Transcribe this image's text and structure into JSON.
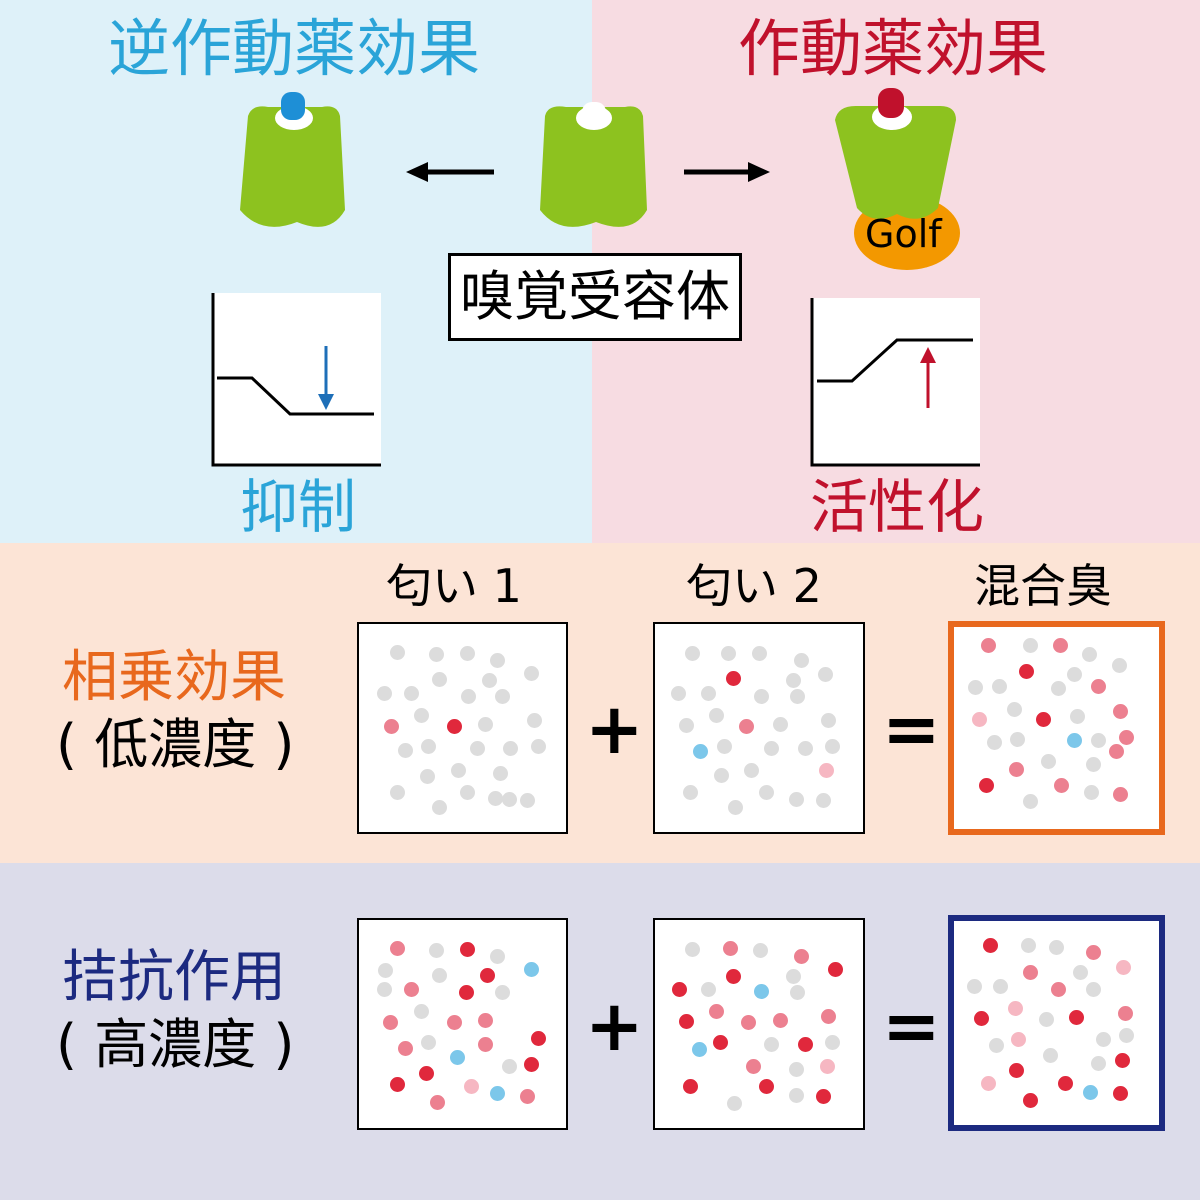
{
  "top": {
    "inverse_agonist_title": "逆作動薬効果",
    "agonist_title": "作動薬効果",
    "receptor_label": "嗅覚受容体",
    "golf_label": "Golf",
    "inhibition_label": "抑制",
    "activation_label": "活性化"
  },
  "rows": [
    {
      "id": "synergy",
      "title": "相乗効果",
      "subtitle": "( 低濃度 )",
      "title_color": "#e8681d",
      "result_border_color": "#e8681d",
      "boxes": [
        {
          "dots": [
            [
              40,
              30,
              "g"
            ],
            [
              79,
              32,
              "g"
            ],
            [
              110,
              31,
              "g"
            ],
            [
              140,
              38,
              "g"
            ],
            [
              174,
              51,
              "g"
            ],
            [
              82,
              57,
              "g"
            ],
            [
              132,
              58,
              "g"
            ],
            [
              27,
              71,
              "g"
            ],
            [
              54,
              71,
              "g"
            ],
            [
              111,
              74,
              "g"
            ],
            [
              145,
              74,
              "g"
            ],
            [
              64,
              93,
              "g"
            ],
            [
              34,
              104,
              "r2"
            ],
            [
              97,
              104,
              "r1"
            ],
            [
              128,
              102,
              "g"
            ],
            [
              177,
              98,
              "g"
            ],
            [
              48,
              128,
              "g"
            ],
            [
              71,
              124,
              "g"
            ],
            [
              120,
              126,
              "g"
            ],
            [
              153,
              126,
              "g"
            ],
            [
              181,
              124,
              "g"
            ],
            [
              101,
              148,
              "g"
            ],
            [
              70,
              154,
              "g"
            ],
            [
              143,
              151,
              "g"
            ],
            [
              40,
              170,
              "g"
            ],
            [
              110,
              170,
              "g"
            ],
            [
              152,
              177,
              "g"
            ],
            [
              82,
              185,
              "g"
            ],
            [
              138,
              176,
              "g"
            ],
            [
              170,
              178,
              "g"
            ]
          ]
        },
        {
          "dots": [
            [
              39,
              31,
              "g"
            ],
            [
              75,
              31,
              "g"
            ],
            [
              106,
              31,
              "g"
            ],
            [
              148,
              38,
              "g"
            ],
            [
              172,
              52,
              "g"
            ],
            [
              80,
              56,
              "r1"
            ],
            [
              140,
              58,
              "g"
            ],
            [
              25,
              71,
              "g"
            ],
            [
              55,
              71,
              "g"
            ],
            [
              108,
              74,
              "g"
            ],
            [
              144,
              74,
              "g"
            ],
            [
              63,
              93,
              "g"
            ],
            [
              33,
              103,
              "g"
            ],
            [
              93,
              104,
              "r2"
            ],
            [
              127,
              102,
              "g"
            ],
            [
              175,
              98,
              "g"
            ],
            [
              47,
              129,
              "b"
            ],
            [
              71,
              124,
              "g"
            ],
            [
              118,
              126,
              "g"
            ],
            [
              152,
              126,
              "g"
            ],
            [
              179,
              124,
              "g"
            ],
            [
              98,
              148,
              "g"
            ],
            [
              68,
              153,
              "g"
            ],
            [
              173,
              148,
              "r3"
            ],
            [
              37,
              170,
              "g"
            ],
            [
              113,
              170,
              "g"
            ],
            [
              143,
              177,
              "g"
            ],
            [
              82,
              185,
              "g"
            ],
            [
              170,
              178,
              "g"
            ]
          ]
        },
        {
          "dots": [
            [
              40,
              24,
              "r2"
            ],
            [
              82,
              24,
              "g"
            ],
            [
              112,
              24,
              "r2"
            ],
            [
              141,
              33,
              "g"
            ],
            [
              171,
              44,
              "g"
            ],
            [
              78,
              50,
              "r1"
            ],
            [
              126,
              53,
              "g"
            ],
            [
              27,
              66,
              "g"
            ],
            [
              51,
              65,
              "g"
            ],
            [
              110,
              67,
              "g"
            ],
            [
              150,
              65,
              "r2"
            ],
            [
              66,
              88,
              "g"
            ],
            [
              31,
              98,
              "r3"
            ],
            [
              95,
              98,
              "r1"
            ],
            [
              129,
              95,
              "g"
            ],
            [
              172,
              90,
              "r2"
            ],
            [
              46,
              121,
              "g"
            ],
            [
              69,
              118,
              "g"
            ],
            [
              126,
              119,
              "b"
            ],
            [
              150,
              119,
              "g"
            ],
            [
              178,
              116,
              "r2"
            ],
            [
              100,
              140,
              "g"
            ],
            [
              68,
              148,
              "r2"
            ],
            [
              145,
              143,
              "g"
            ],
            [
              38,
              164,
              "r1"
            ],
            [
              113,
              164,
              "r2"
            ],
            [
              143,
              171,
              "g"
            ],
            [
              82,
              180,
              "g"
            ],
            [
              172,
              173,
              "r2"
            ],
            [
              168,
              130,
              "r2"
            ]
          ]
        }
      ]
    },
    {
      "id": "antagonism",
      "title": "拮抗作用",
      "subtitle": "( 高濃度 )",
      "title_color": "#1c2a80",
      "result_border_color": "#1c2a80",
      "boxes": [
        {
          "dots": [
            [
              40,
              30,
              "r2"
            ],
            [
              79,
              32,
              "g"
            ],
            [
              110,
              31,
              "r1"
            ],
            [
              140,
              38,
              "g"
            ],
            [
              174,
              51,
              "b"
            ],
            [
              82,
              57,
              "g"
            ],
            [
              130,
              57,
              "r1"
            ],
            [
              27,
              71,
              "g"
            ],
            [
              54,
              71,
              "r2"
            ],
            [
              109,
              74,
              "r1"
            ],
            [
              145,
              74,
              "g"
            ],
            [
              64,
              93,
              "g"
            ],
            [
              33,
              104,
              "r2"
            ],
            [
              97,
              104,
              "r2"
            ],
            [
              128,
              102,
              "r2"
            ],
            [
              181,
              120,
              "r1"
            ],
            [
              48,
              130,
              "r2"
            ],
            [
              71,
              124,
              "g"
            ],
            [
              100,
              139,
              "b"
            ],
            [
              128,
              126,
              "r2"
            ],
            [
              174,
              146,
              "r1"
            ],
            [
              40,
              166,
              "r1"
            ],
            [
              69,
              155,
              "r1"
            ],
            [
              114,
              168,
              "r3"
            ],
            [
              80,
              184,
              "r2"
            ],
            [
              140,
              175,
              "b"
            ],
            [
              170,
              178,
              "r2"
            ],
            [
              28,
              52,
              "g"
            ],
            [
              152,
              148,
              "g"
            ]
          ]
        },
        {
          "dots": [
            [
              39,
              31,
              "g"
            ],
            [
              77,
              30,
              "r2"
            ],
            [
              107,
              32,
              "g"
            ],
            [
              148,
              38,
              "r2"
            ],
            [
              182,
              51,
              "r1"
            ],
            [
              80,
              58,
              "r1"
            ],
            [
              108,
              73,
              "b"
            ],
            [
              140,
              58,
              "g"
            ],
            [
              26,
              71,
              "r1"
            ],
            [
              55,
              71,
              "g"
            ],
            [
              144,
              74,
              "g"
            ],
            [
              63,
              93,
              "r2"
            ],
            [
              33,
              103,
              "r1"
            ],
            [
              95,
              104,
              "r2"
            ],
            [
              127,
              102,
              "r2"
            ],
            [
              175,
              98,
              "r2"
            ],
            [
              46,
              131,
              "b"
            ],
            [
              67,
              124,
              "r1"
            ],
            [
              118,
              126,
              "g"
            ],
            [
              152,
              126,
              "r1"
            ],
            [
              179,
              124,
              "g"
            ],
            [
              100,
              148,
              "r2"
            ],
            [
              143,
              151,
              "g"
            ],
            [
              174,
              148,
              "r3"
            ],
            [
              37,
              168,
              "r1"
            ],
            [
              113,
              168,
              "r1"
            ],
            [
              143,
              177,
              "g"
            ],
            [
              81,
              185,
              "g"
            ],
            [
              170,
              178,
              "r1"
            ]
          ]
        },
        {
          "dots": [
            [
              42,
              30,
              "r1"
            ],
            [
              80,
              30,
              "g"
            ],
            [
              108,
              32,
              "g"
            ],
            [
              145,
              37,
              "r2"
            ],
            [
              175,
              52,
              "r3"
            ],
            [
              82,
              57,
              "r2"
            ],
            [
              132,
              57,
              "g"
            ],
            [
              26,
              71,
              "g"
            ],
            [
              52,
              71,
              "g"
            ],
            [
              110,
              74,
              "r2"
            ],
            [
              145,
              74,
              "g"
            ],
            [
              67,
              93,
              "r3"
            ],
            [
              33,
              103,
              "r1"
            ],
            [
              98,
              104,
              "g"
            ],
            [
              128,
              102,
              "r1"
            ],
            [
              177,
              98,
              "r2"
            ],
            [
              48,
              130,
              "g"
            ],
            [
              70,
              124,
              "r3"
            ],
            [
              102,
              140,
              "g"
            ],
            [
              155,
              124,
              "g"
            ],
            [
              178,
              120,
              "g"
            ],
            [
              68,
              155,
              "r1"
            ],
            [
              117,
              168,
              "r1"
            ],
            [
              82,
              185,
              "r1"
            ],
            [
              142,
              177,
              "b"
            ],
            [
              172,
              178,
              "r1"
            ],
            [
              40,
              168,
              "r3"
            ],
            [
              174,
              145,
              "r1"
            ],
            [
              150,
              148,
              "g"
            ]
          ]
        }
      ]
    }
  ],
  "mixture_headers": [
    "匂い 1",
    "匂い 2",
    "混合臭"
  ],
  "operators": {
    "plus": "+",
    "equals": "="
  },
  "colors": {
    "inverse_blue": "#2aa4d8",
    "agonist_red": "#c0112c",
    "receptor_green": "#8dc21f",
    "golf_orange": "#f39800",
    "panel_blue_bg": "#def1f9",
    "panel_pink_bg": "#f7dce2",
    "panel_peach_bg": "#fce4d6",
    "panel_lavender_bg": "#dcdcea",
    "dot_gray": "#dcdcdc",
    "dot_red": "#e0283c",
    "dot_rose": "#ec8090",
    "dot_pink": "#f6b7c2",
    "dot_blue": "#7cc7ea"
  },
  "icons": [
    "arrow-left-icon",
    "arrow-right-icon",
    "down-arrow-icon",
    "up-arrow-icon"
  ]
}
